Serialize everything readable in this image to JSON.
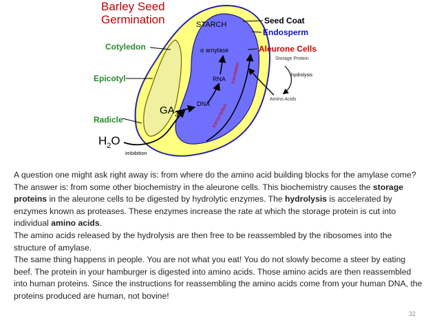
{
  "diagram": {
    "title_line1": "Barley Seed",
    "title_line2": "Germination",
    "labels": {
      "seed_coat": "Seed Coat",
      "endosperm": "Endosperm",
      "starch": "STARCH",
      "cotyledon": "Cotyledon",
      "amylase": "α amylase",
      "aleurone_cells": "Aleurone Cells",
      "storage_protein": "Storage Protein",
      "hydrolysis": "hydrolysis",
      "epicotyl": "Epicotyl",
      "rna": "RNA",
      "translation": "translation",
      "transcription": "transcription",
      "dna": "DNA",
      "amino_acids": "Amino Acids",
      "ga": "GA",
      "ga_sub": "3",
      "radicle": "Radicle",
      "water_h": "H",
      "water_sub": "2",
      "water_o": "O",
      "imbibition": "imbibition"
    },
    "colors": {
      "seed_coat": "#ffff80",
      "endosperm": "#7070ff",
      "cotyledon": "#f0f0a0",
      "title": "#c00000",
      "label_green": "#2a8a2a",
      "label_blue": "#1010c0",
      "label_red": "#d00000"
    }
  },
  "text": {
    "p1": "A question one might ask right away is: from where do the amino acid building blocks for the amylase come?",
    "p2_a": "The answer is: from some other biochemistry in the aleurone cells. This biochemistry causes the ",
    "p2_b": "storage proteins",
    "p2_c": " in the aleurone cells to be digested by hydrolytic enzymes. The ",
    "p2_d": "hydrolysis",
    "p2_e": " is accelerated by enzymes known as proteases. These enzymes increase the rate at which the storage protein is cut into individual ",
    "p2_f": "amino acids",
    "p2_g": ".",
    "p3": "The amino acids released by the hydrolysis are then free to be reassembled by the ribosomes into the structure of amylase.",
    "p4": "The same thing happens in people. You are not what you eat! You do not slowly become a steer by eating beef. The protein in your hamburger is digested into amino acids. Those amino acids are then reassembled into human proteins. Since the instructions for reassembling the amino acids come from your human DNA, the proteins produced are human, not bovine!"
  },
  "page_number": "32"
}
